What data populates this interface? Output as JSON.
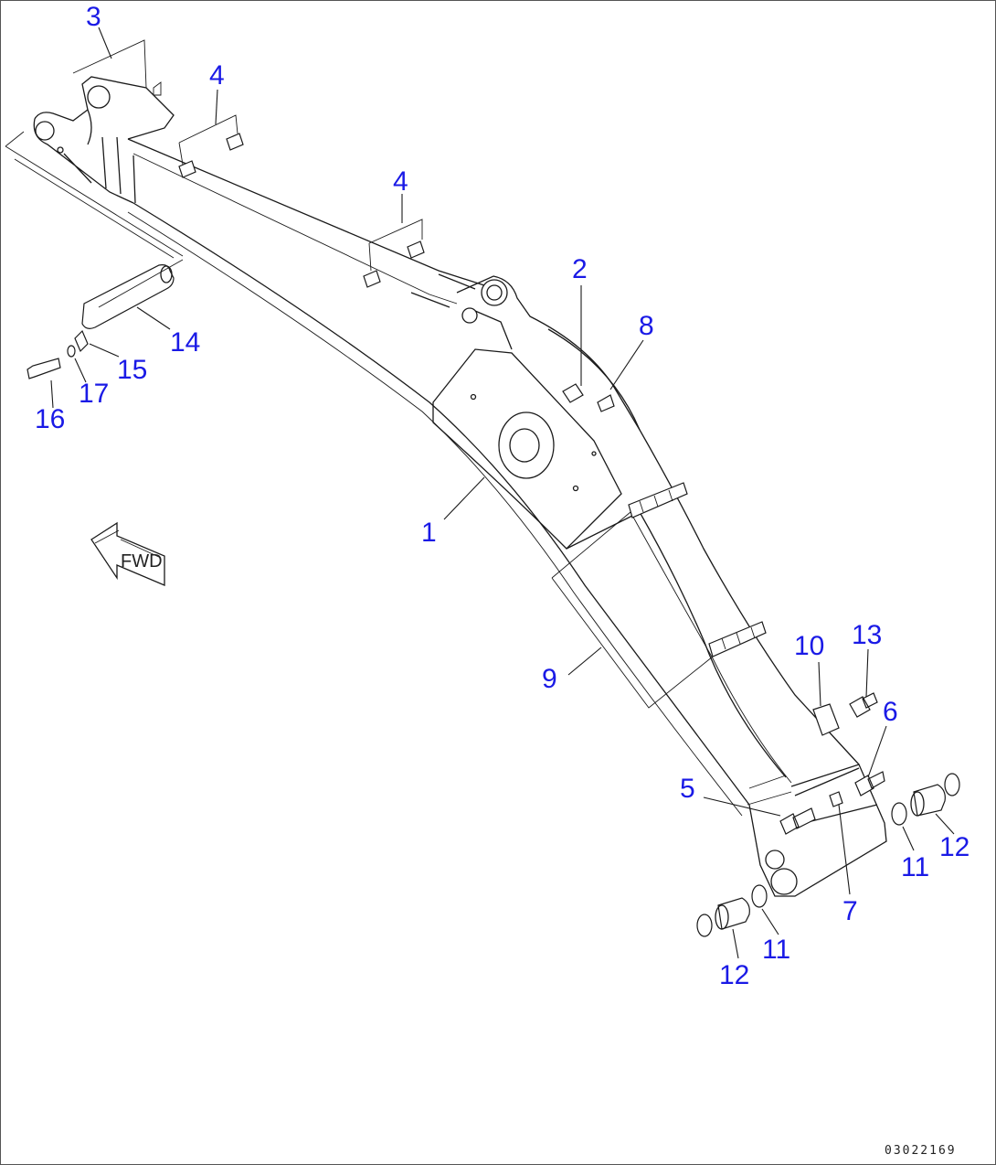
{
  "diagram": {
    "drawing_id": "03022169",
    "fwd_label": "FWD",
    "callouts": [
      {
        "id": "c1",
        "text": "1"
      },
      {
        "id": "c2",
        "text": "2"
      },
      {
        "id": "c3",
        "text": "3"
      },
      {
        "id": "c4a",
        "text": "4"
      },
      {
        "id": "c4b",
        "text": "4"
      },
      {
        "id": "c5",
        "text": "5"
      },
      {
        "id": "c6",
        "text": "6"
      },
      {
        "id": "c7",
        "text": "7"
      },
      {
        "id": "c8",
        "text": "8"
      },
      {
        "id": "c9",
        "text": "9"
      },
      {
        "id": "c10",
        "text": "10"
      },
      {
        "id": "c11a",
        "text": "11"
      },
      {
        "id": "c11b",
        "text": "11"
      },
      {
        "id": "c12a",
        "text": "12"
      },
      {
        "id": "c12b",
        "text": "12"
      },
      {
        "id": "c13",
        "text": "13"
      },
      {
        "id": "c14",
        "text": "14"
      },
      {
        "id": "c15",
        "text": "15"
      },
      {
        "id": "c16",
        "text": "16"
      },
      {
        "id": "c17",
        "text": "17"
      }
    ],
    "colors": {
      "callout": "#1a1ae6",
      "line": "#1a1a1a",
      "background": "#ffffff"
    }
  }
}
